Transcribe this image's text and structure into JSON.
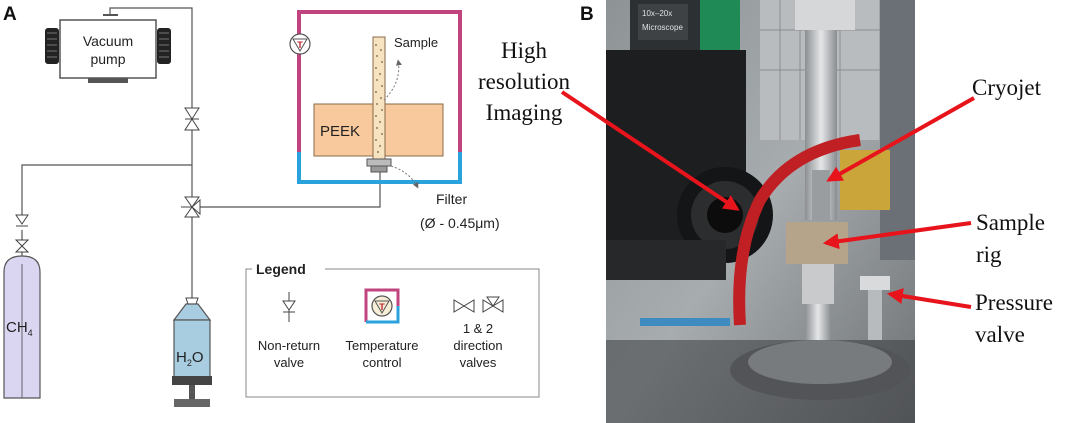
{
  "panels": {
    "a": {
      "label": "A",
      "vacuum_pump": [
        "Vacuum",
        "pump"
      ],
      "sample_label": "Sample",
      "peek_label": "PEEK",
      "filter_label": "Filter",
      "filter_size": "(Ø - 0.45μm)",
      "ch4_label": "CH",
      "ch4_sub": "4",
      "h2o_label_h": "H",
      "h2o_sub": "2",
      "h2o_label_o": "O",
      "temp_symbol": "T",
      "legend": {
        "title": "Legend",
        "non_return": [
          "Non-return",
          "valve"
        ],
        "temperature": [
          "Temperature",
          "control"
        ],
        "direction": [
          "1 & 2",
          "direction",
          "valves"
        ]
      }
    },
    "b": {
      "label": "B",
      "microscope_text": [
        "10x–20x",
        "Microscope"
      ],
      "callouts": {
        "imaging": [
          "High",
          "resolution",
          "Imaging"
        ],
        "cryojet": [
          "Cryojet"
        ],
        "sample_rig": [
          "Sample",
          "rig"
        ],
        "pressure_valve": [
          "Pressure",
          "valve"
        ]
      }
    }
  },
  "colors": {
    "line": "#555555",
    "peek_fill": "#f7c99c",
    "peek_stroke": "#8a6a4a",
    "chamber_top": "#c0447e",
    "chamber_bottom": "#2aa3dc",
    "ch4_fill": "#dad6f2",
    "h2o_fill": "#a9cde0",
    "arrow_red": "#e8141b"
  }
}
